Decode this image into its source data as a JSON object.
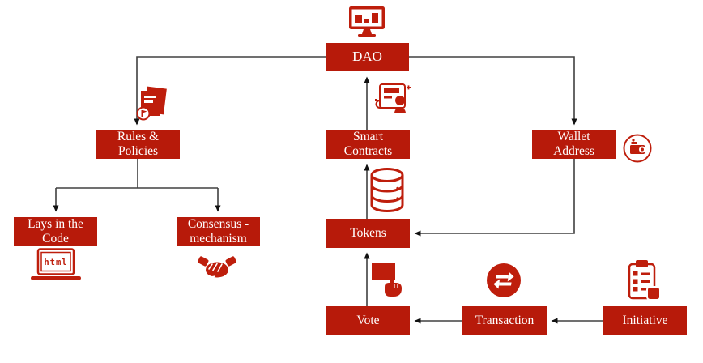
{
  "diagram_title": "DAO structure diagram",
  "colors": {
    "box": "#B71A0A",
    "icon": "#BE1E0C",
    "connector": "#404040",
    "box_text": "#ffffff"
  },
  "nodes": {
    "dao": {
      "label": "DAO",
      "icon": "monitor-chart-icon"
    },
    "rules": {
      "label": "Rules &\nPolicies",
      "icon": "policy-document-icon"
    },
    "smart": {
      "label": "Smart\nContracts",
      "icon": "smart-contract-icon"
    },
    "wallet": {
      "label": "Wallet\nAddress",
      "icon": "wallet-icon"
    },
    "lays": {
      "label": "Lays in the\nCode",
      "icon": "laptop-html-icon"
    },
    "consensus": {
      "label": "Consensus -\nmechanism",
      "icon": "handshake-icon"
    },
    "tokens": {
      "label": "Tokens",
      "icon": "database-icon"
    },
    "vote": {
      "label": "Vote",
      "icon": "vote-hand-icon"
    },
    "transaction": {
      "label": "Transaction",
      "icon": "transaction-swap-icon"
    },
    "initiative": {
      "label": "Initiative",
      "icon": "initiative-clipboard-icon"
    }
  },
  "icons": {
    "laptop_text": "html"
  },
  "edges": [
    {
      "from": "dao",
      "to": "rules"
    },
    {
      "from": "rules",
      "to": "lays"
    },
    {
      "from": "rules",
      "to": "consensus"
    },
    {
      "from": "smart",
      "to": "dao"
    },
    {
      "from": "tokens",
      "to": "smart"
    },
    {
      "from": "dao",
      "to": "wallet"
    },
    {
      "from": "wallet",
      "to": "tokens"
    },
    {
      "from": "vote",
      "to": "tokens"
    },
    {
      "from": "transaction",
      "to": "vote"
    },
    {
      "from": "initiative",
      "to": "transaction"
    }
  ]
}
